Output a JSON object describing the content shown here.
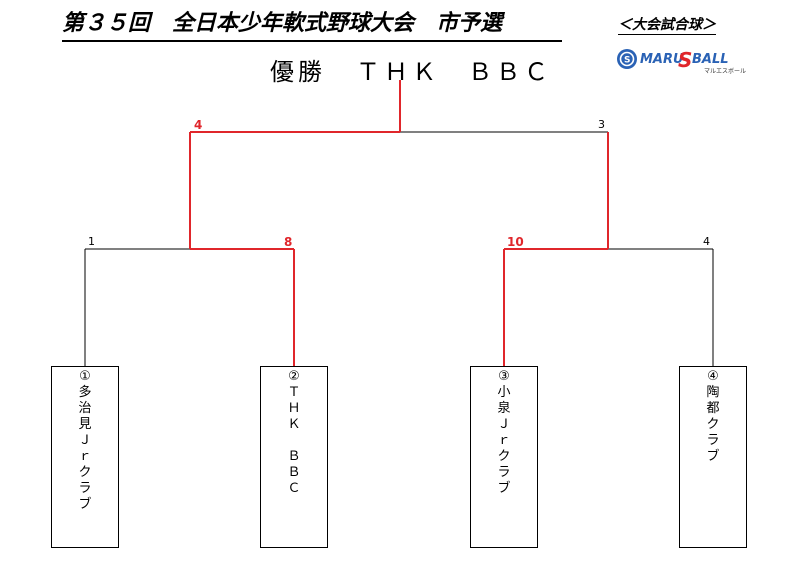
{
  "header": {
    "title": "第３５回　全日本少年軟式野球大会　市予選",
    "ball_note": "＜大会試合球＞",
    "logo_text": "MARUSBALL",
    "logo_sub": "マルエスボール"
  },
  "champion": {
    "label": "優勝",
    "team": "ＴＨＫ　ＢＢＣ"
  },
  "matches": {
    "final": {
      "number": "3",
      "left_score": "4"
    },
    "semi_left": {
      "number": "1",
      "right_score": "8"
    },
    "semi_right": {
      "number": "4",
      "left_score": "10"
    }
  },
  "teams": [
    {
      "seed": "①",
      "chars": [
        "多",
        "治",
        "見",
        "Ｊ",
        "ｒ",
        "ク",
        "ラ",
        "ブ"
      ]
    },
    {
      "seed": "②",
      "chars": [
        "Ｔ",
        "Ｈ",
        "Ｋ",
        "",
        "Ｂ",
        "Ｂ",
        "Ｃ"
      ]
    },
    {
      "seed": "③",
      "chars": [
        "小",
        "泉",
        "Ｊ",
        "ｒ",
        "ク",
        "ラ",
        "ブ"
      ]
    },
    {
      "seed": "④",
      "chars": [
        "陶",
        "都",
        "ク",
        "ラ",
        "ブ"
      ]
    }
  ],
  "colors": {
    "winner_line": "#e0262b",
    "line": "#000000",
    "logo_blue": "#2a62b5",
    "logo_red": "#e0262b"
  }
}
